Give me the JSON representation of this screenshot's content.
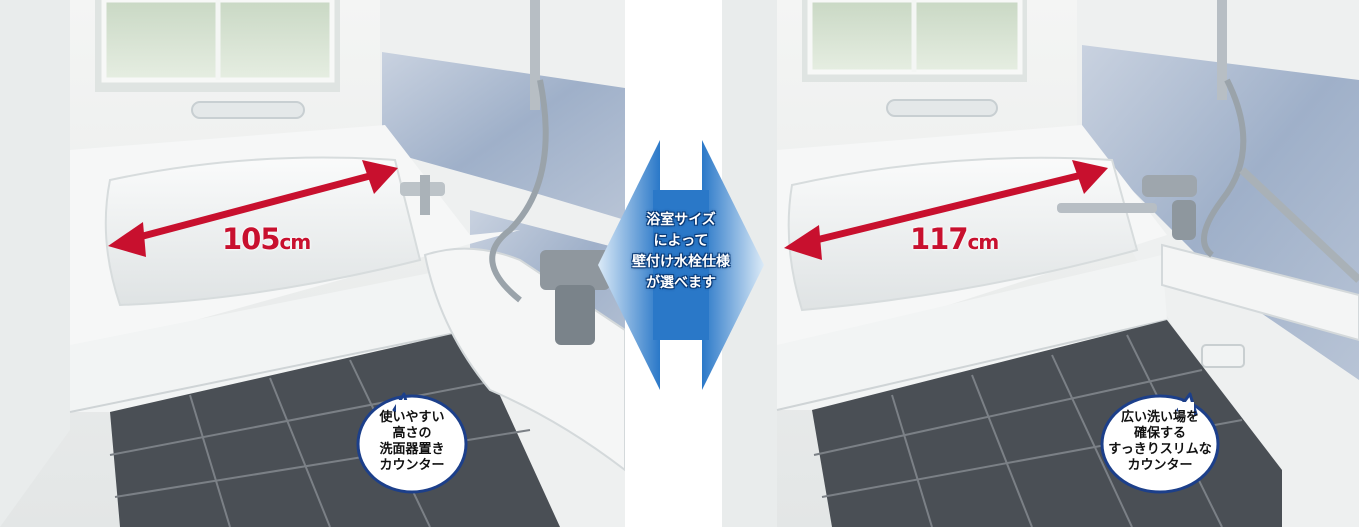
{
  "left_panel": {
    "measure_value": "105",
    "measure_unit": "cm",
    "callout_lines": [
      "使いやすい",
      "高さの",
      "洗面器置き",
      "カウンター"
    ]
  },
  "center_banner": {
    "lines": [
      "浴室サイズ",
      "によって",
      "壁付け水栓仕様",
      "が選べます"
    ]
  },
  "right_panel": {
    "measure_value": "117",
    "measure_unit": "cm",
    "callout_lines": [
      "広い洗い場を",
      "確保する",
      "すっきりスリムな",
      "カウンター"
    ]
  },
  "colors": {
    "arrow_red": "#c8102e",
    "banner_blue": "#2a78c8",
    "floor_tile": "#4a4f55"
  }
}
